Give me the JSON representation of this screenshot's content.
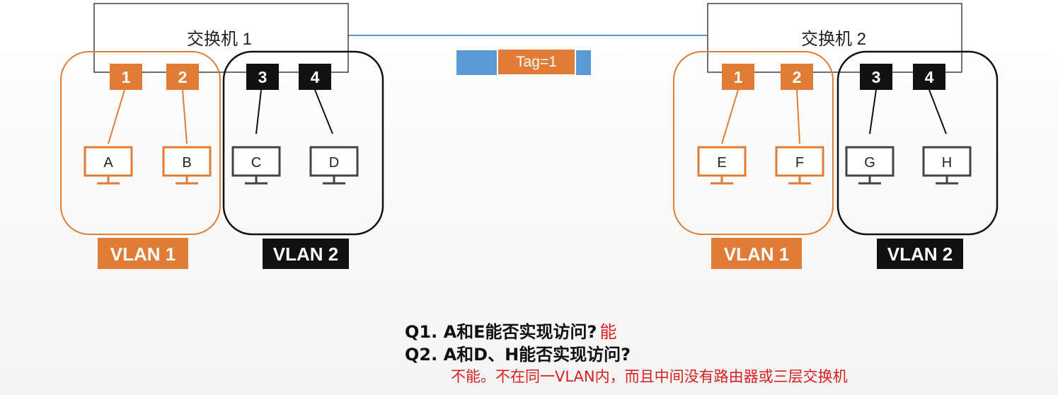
{
  "colors": {
    "vlan1": "#E07C36",
    "vlan2": "#111111",
    "trunk": "#5B9BD5",
    "answer": "#D81E1E"
  },
  "switches": [
    {
      "name": "交换机 1",
      "ports": [
        "1",
        "2",
        "3",
        "4"
      ],
      "hosts": [
        "A",
        "B",
        "C",
        "D"
      ],
      "vlan_labels": [
        "VLAN 1",
        "VLAN 2"
      ]
    },
    {
      "name": "交换机 2",
      "ports": [
        "1",
        "2",
        "3",
        "4"
      ],
      "hosts": [
        "E",
        "F",
        "G",
        "H"
      ],
      "vlan_labels": [
        "VLAN 1",
        "VLAN 2"
      ]
    }
  ],
  "frame": {
    "tag": "Tag=1"
  },
  "questions": {
    "q1": "Q1. A和E能否实现访问?",
    "a1": "能",
    "q2": "Q2. A和D、H能否实现访问?",
    "a2": "不能。不在同一VLAN内，而且中间没有路由器或三层交换机"
  }
}
